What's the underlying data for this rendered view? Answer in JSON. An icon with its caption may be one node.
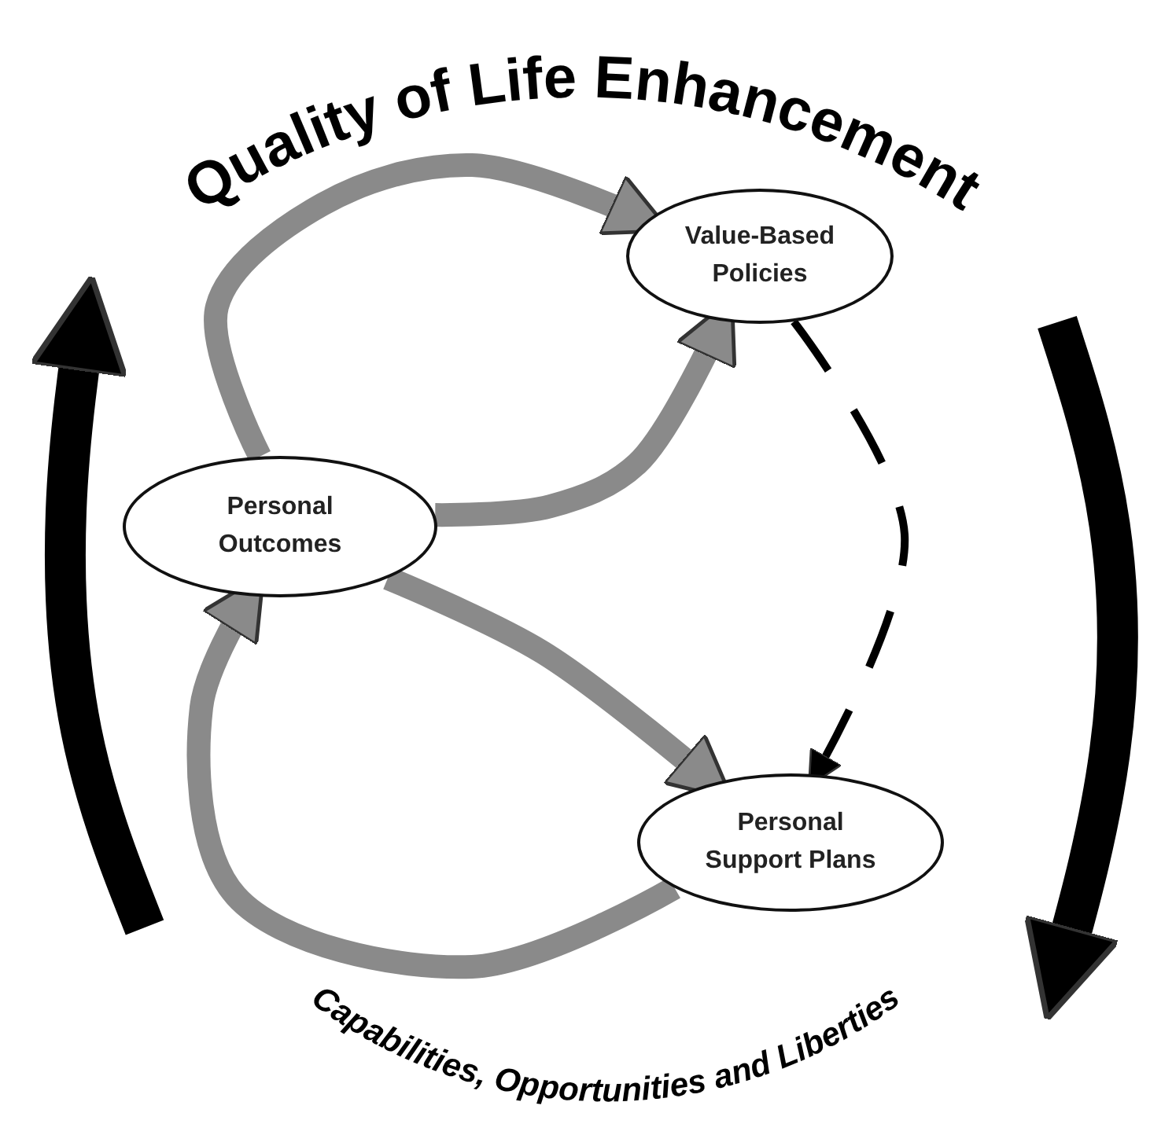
{
  "diagram": {
    "title": "Quality of Life Enhancement",
    "nodes": [
      {
        "text": [
          "Personal Outcomes"
        ]
      },
      {
        "text": [
          "Value-Based Policies"
        ]
      },
      {
        "text": [
          "Personal Support Plans"
        ]
      }
    ],
    "edges": [
      {
        "from": 0,
        "to": 1,
        "arrow": "to"
      },
      {
        "from": 0,
        "to": 1,
        "arrow": "to"
      },
      {
        "from": 0,
        "to": 2,
        "arrow": "to"
      },
      {
        "from": 2,
        "to": 0,
        "arrow": "to"
      },
      {
        "from": 1,
        "to": 2,
        "arrow": "to",
        "style": "dashed",
        "color": "#000000"
      }
    ],
    "labels": [
      "Capabilities, Opportunities and Liberties"
    ]
  }
}
